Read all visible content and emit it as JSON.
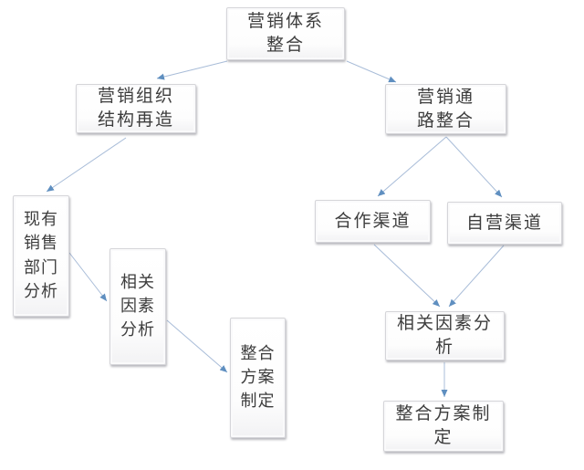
{
  "diagram": {
    "nodes": {
      "root": {
        "label": "营销体系\n整合"
      },
      "org": {
        "label": "营销组织\n结构再造"
      },
      "channel": {
        "label": "营销通\n路整合"
      },
      "existing_sales": {
        "label": "现有\n销售\n部门\n分析"
      },
      "factors_left": {
        "label": "相关\n因素\n分析"
      },
      "plan_left": {
        "label": "整合\n方案\n制定"
      },
      "coop": {
        "label": "合作渠道"
      },
      "self_owned": {
        "label": "自营渠道"
      },
      "factors_right": {
        "label": "相关因素分\n析"
      },
      "plan_right": {
        "label": "整合方案制\n定"
      }
    },
    "edges": [
      {
        "from": "root",
        "to": "org"
      },
      {
        "from": "root",
        "to": "channel"
      },
      {
        "from": "org",
        "to": "existing_sales"
      },
      {
        "from": "existing_sales",
        "to": "factors_left"
      },
      {
        "from": "factors_left",
        "to": "plan_left"
      },
      {
        "from": "channel",
        "to": "coop"
      },
      {
        "from": "channel",
        "to": "self_owned"
      },
      {
        "from": "coop",
        "to": "factors_right"
      },
      {
        "from": "self_owned",
        "to": "factors_right"
      },
      {
        "from": "factors_right",
        "to": "plan_right"
      }
    ],
    "colors": {
      "connector_line": "#a8bcd8",
      "arrowhead": "#5f8fc0",
      "box_border": "#d5d5d9",
      "box_fill": "#ffffff",
      "text": "#3d3d3d",
      "background": "#ffffff"
    }
  }
}
